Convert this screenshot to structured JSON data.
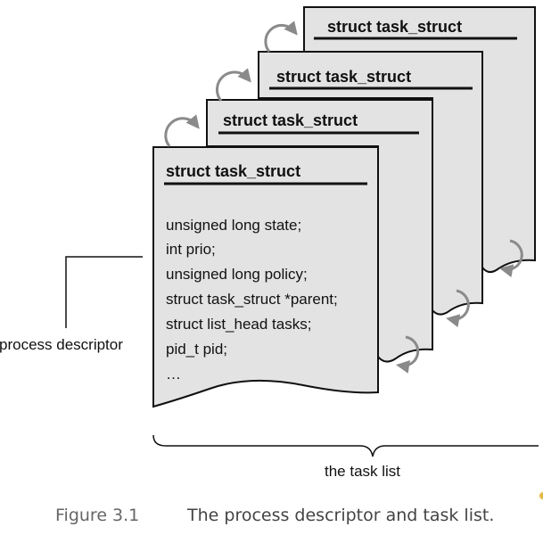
{
  "diagram": {
    "cards": [
      {
        "title": "struct task_struct"
      },
      {
        "title": "struct task_struct"
      },
      {
        "title": "struct task_struct"
      },
      {
        "title": "struct task_struct"
      }
    ],
    "fields": [
      "unsigned long state;",
      "int prio;",
      "unsigned long policy;",
      "struct task_struct *parent;",
      "struct list_head tasks;",
      "pid_t pid;",
      "…"
    ],
    "process_descriptor_label": "process descriptor",
    "task_list_label": "the task list"
  },
  "caption": {
    "number": "Figure 3.1",
    "text": "The process descriptor and task list."
  },
  "colors": {
    "card_fill": "#e3e3e3",
    "stroke": "#111111",
    "arrow": "#8a8a8a",
    "accent_dot": "#e8b93a"
  }
}
